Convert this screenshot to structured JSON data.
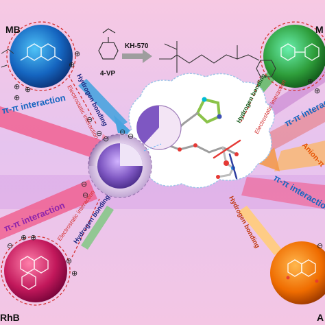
{
  "molecules": {
    "mb": "MB",
    "mo_partial": "M",
    "rhb": "RhB",
    "a_partial": "A"
  },
  "reagents": {
    "monomer": "4-VP",
    "silane": "KH-570"
  },
  "interactions": {
    "pi_top_left": "π-π interaction",
    "pi_bottom_left": "π-π interaction",
    "pi_top_right": "π-π interaction",
    "pi_bottom_right": "π-π interaction",
    "hb_top_left": "Hydrogen bonding",
    "hb_bottom_left": "Hydrogen bonding",
    "hb_top_right": "Hydrogen bonding",
    "hb_bottom_right": "Hydrogen bonding",
    "ei_top_left": "Electrostatic interaction",
    "ei_bottom_left": "Electrostatic interaction",
    "ei_top_right": "Electrostatic interaction",
    "anion_partial": "Anion-π"
  },
  "charges": {
    "plus": "⊕",
    "minus": "⊖"
  },
  "colors": {
    "mb_sphere": "#1565c0",
    "mo_sphere": "#2e7d32",
    "rhb_sphere": "#c2185b",
    "a_sphere": "#ef6c00",
    "pi_band": "#f06292",
    "hb_text": "#1a237e",
    "ei_text": "#d32f2f",
    "core_sphere": "#7e57c2"
  }
}
